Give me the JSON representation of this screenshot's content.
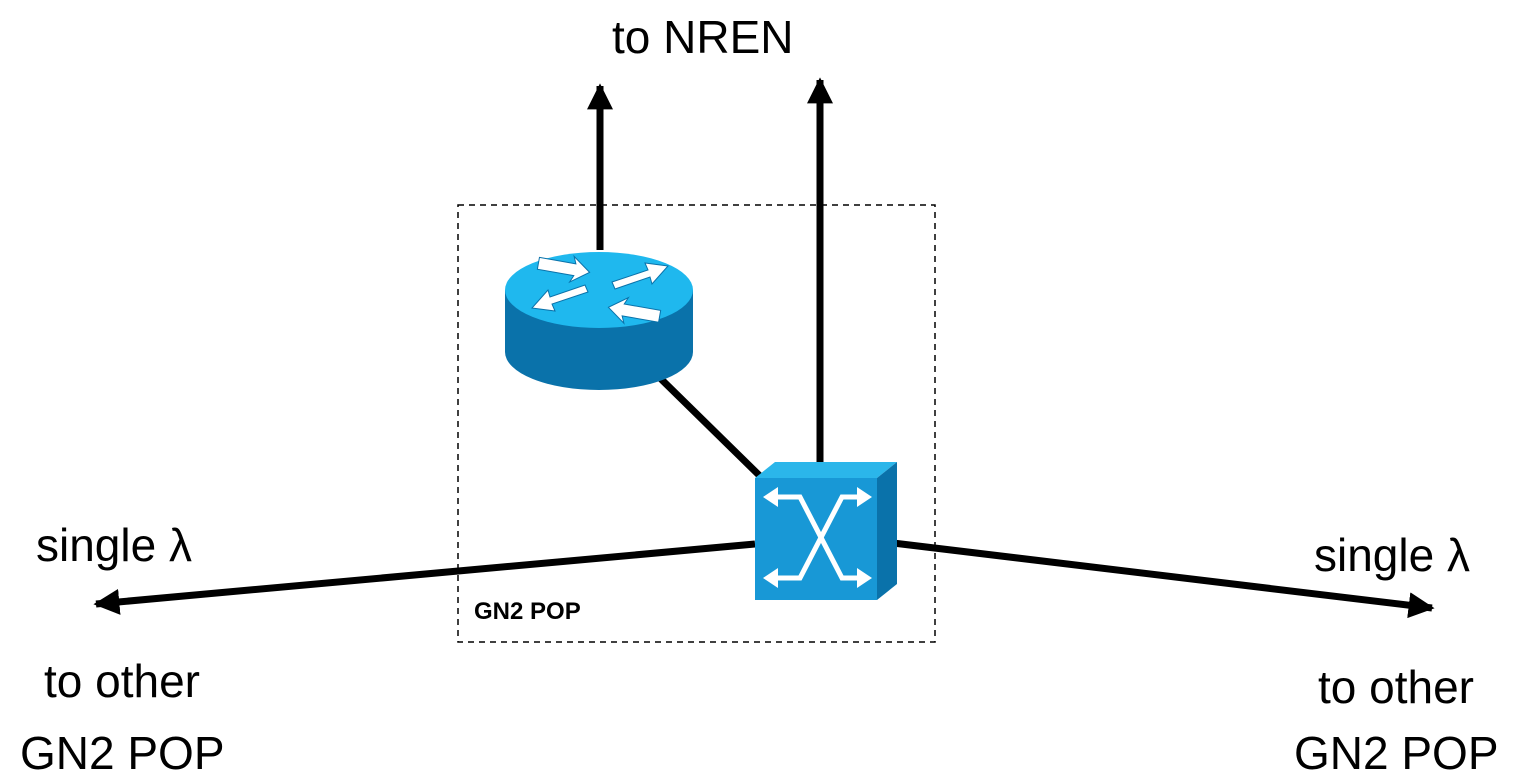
{
  "labels": {
    "top": "to NREN",
    "left_wavelength": "single λ",
    "right_wavelength": "single λ",
    "left_dest_line1": "to other",
    "left_dest_line2": "GN2 POP",
    "right_dest_line1": "to other",
    "right_dest_line2": "GN2 POP",
    "pop_box": "GN2 POP"
  },
  "nodes": [
    {
      "id": "router",
      "icon": "router-icon"
    },
    {
      "id": "switch",
      "icon": "optical-switch-icon"
    }
  ],
  "links": [
    {
      "from": "router",
      "to": "NREN"
    },
    {
      "from": "switch",
      "to": "NREN"
    },
    {
      "from": "router",
      "to": "switch"
    },
    {
      "from": "switch",
      "to": "other GN2 POP (left)"
    },
    {
      "from": "switch",
      "to": "other GN2 POP (right)"
    }
  ],
  "colors": {
    "device_top": "#1fb8ee",
    "device_body": "#0a72aa",
    "device_front": "#1898d6",
    "line": "#000000"
  }
}
